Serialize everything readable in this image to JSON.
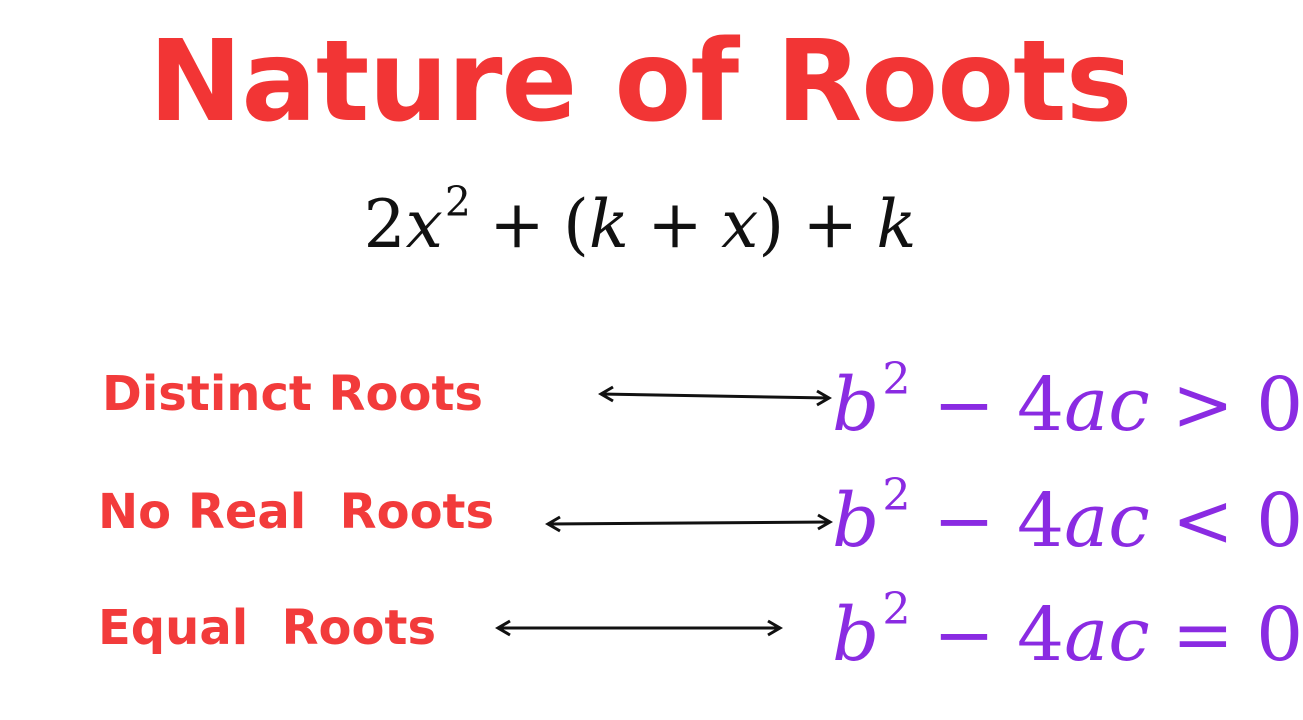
{
  "title": "Nature of Roots",
  "equation": {
    "coef": "2",
    "var_x": "x",
    "exp": "2",
    "plus1": "+",
    "open_paren": "(",
    "var_k1": "k",
    "plus2": "+",
    "var_x2": "x",
    "close_paren": ")",
    "plus3": "+",
    "var_k2": "k"
  },
  "rows": [
    {
      "label": "Distinct Roots",
      "cond": {
        "b": "b",
        "exp": "2",
        "minus": "−",
        "coef": "4",
        "ac": "ac",
        "rel": ">",
        "rhs": "0"
      }
    },
    {
      "label": "No Real  Roots",
      "cond": {
        "b": "b",
        "exp": "2",
        "minus": "−",
        "coef": "4",
        "ac": "ac",
        "rel": "<",
        "rhs": "0"
      }
    },
    {
      "label": "Equal  Roots",
      "cond": {
        "b": "b",
        "exp": "2",
        "minus": "−",
        "coef": "4",
        "ac": "ac",
        "rel": "=",
        "rhs": "0"
      }
    }
  ],
  "colors": {
    "title": "#f23535",
    "label": "#f23b3b",
    "condition": "#8a2be2",
    "arrow": "#111111"
  },
  "icons": {
    "arrow": "double-headed-arrow-icon"
  }
}
